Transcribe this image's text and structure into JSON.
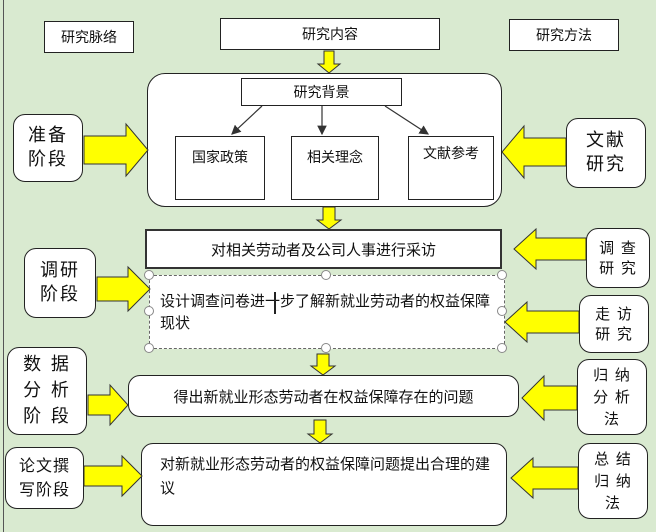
{
  "colors": {
    "background": "#d9ead0",
    "arrow_fill": "#ffff00",
    "arrow_stroke": "#333333"
  },
  "headers": {
    "timeline": "研究脉络",
    "content": "研究内容",
    "method": "研究方法"
  },
  "stage1": {
    "label": "准备\n阶段",
    "background": "研究背景",
    "items": [
      "国家政策",
      "相关理念",
      "文献参考"
    ],
    "method": "文献\n研究"
  },
  "stage2": {
    "label": "调研\n阶段",
    "step1": "对相关劳动者及公司人事进行采访",
    "step2": "设计调查问卷进一步了解新就业劳动者的权益保障现状",
    "method1": "调 查\n研 究",
    "method2": "走 访\n研 究"
  },
  "stage3": {
    "label": "数 据\n分 析\n阶 段",
    "content": "得出新就业形态劳动者在权益保障存在的问题",
    "method": "归 纳\n分 析\n法"
  },
  "stage4": {
    "label": "论文撰\n写阶段",
    "content": "对新就业形态劳动者的权益保障问题提出合理的建议",
    "method": "总 结\n归 纳\n法"
  }
}
